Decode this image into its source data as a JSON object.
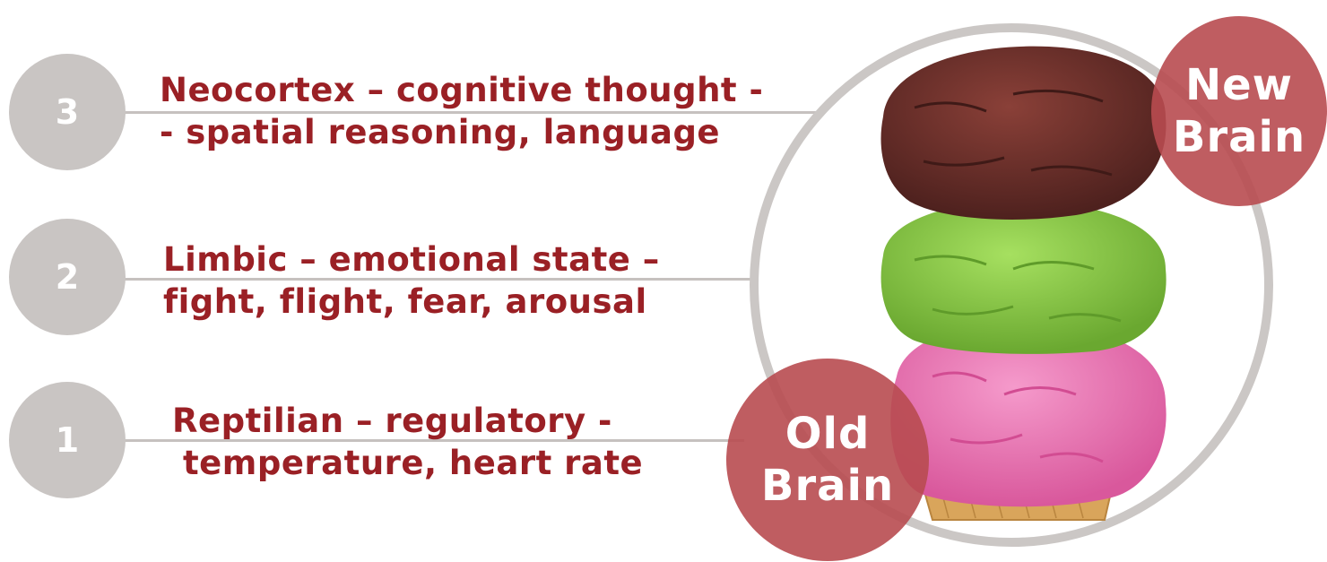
{
  "layers": [
    {
      "number": "3",
      "line1": "Neocortex – cognitive thought -",
      "line2": "- spatial reasoning, language"
    },
    {
      "number": "2",
      "line1": "Limbic – emotional state –",
      "line2": "fight, flight, fear, arousal"
    },
    {
      "number": "1",
      "line1": "Reptilian – regulatory -",
      "line2": "temperature, heart rate"
    }
  ],
  "badges": {
    "new": {
      "line1": "New",
      "line2": "Brain"
    },
    "old": {
      "line1": "Old",
      "line2": "Brain"
    }
  },
  "colors": {
    "label_text": "#9a2025",
    "number_circle": "#c9c5c3",
    "connector_line": "#c6c1bf",
    "badge": "#b84b50",
    "scoop_top": "#6b2f2a",
    "scoop_middle": "#8fd14a",
    "scoop_bottom": "#ef7fb8",
    "cone": "#d9a55b"
  },
  "image": {
    "subject": "ice-cream-cone-three-scoops"
  }
}
